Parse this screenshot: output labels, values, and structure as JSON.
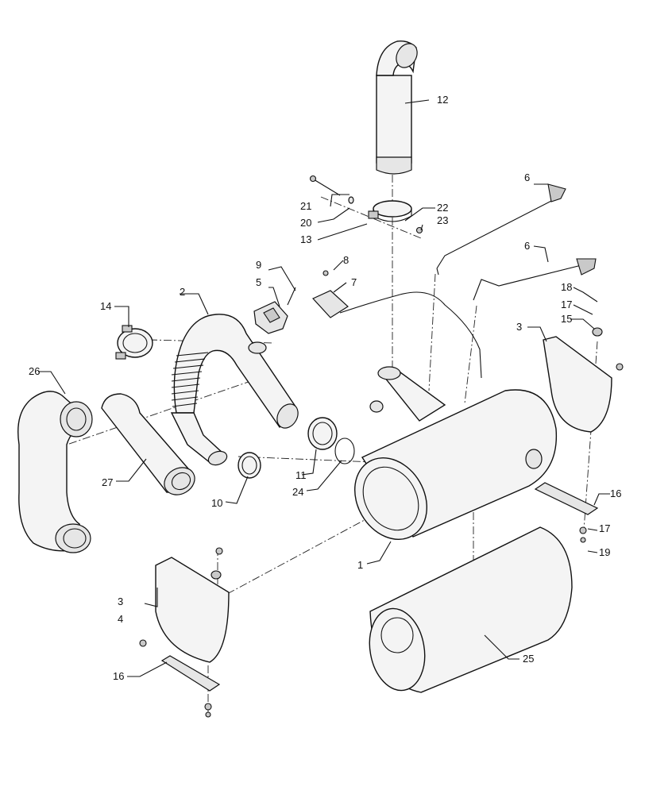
{
  "callouts": [
    {
      "id": "c1",
      "text": "1"
    },
    {
      "id": "c2",
      "text": "2"
    },
    {
      "id": "c3a",
      "text": "3"
    },
    {
      "id": "c3b",
      "text": "3"
    },
    {
      "id": "c4",
      "text": "4"
    },
    {
      "id": "c5",
      "text": "5"
    },
    {
      "id": "c6a",
      "text": "6"
    },
    {
      "id": "c6b",
      "text": "6"
    },
    {
      "id": "c7",
      "text": "7"
    },
    {
      "id": "c8",
      "text": "8"
    },
    {
      "id": "c9",
      "text": "9"
    },
    {
      "id": "c10",
      "text": "10"
    },
    {
      "id": "c11",
      "text": "11"
    },
    {
      "id": "c12",
      "text": "12"
    },
    {
      "id": "c13",
      "text": "13"
    },
    {
      "id": "c14",
      "text": "14"
    },
    {
      "id": "c15",
      "text": "15"
    },
    {
      "id": "c16a",
      "text": "16"
    },
    {
      "id": "c16b",
      "text": "16"
    },
    {
      "id": "c17a",
      "text": "17"
    },
    {
      "id": "c17b",
      "text": "17"
    },
    {
      "id": "c18",
      "text": "18"
    },
    {
      "id": "c19",
      "text": "19"
    },
    {
      "id": "c20",
      "text": "20"
    },
    {
      "id": "c21",
      "text": "21"
    },
    {
      "id": "c22",
      "text": "22"
    },
    {
      "id": "c23",
      "text": "23"
    },
    {
      "id": "c24",
      "text": "24"
    },
    {
      "id": "c25",
      "text": "25"
    },
    {
      "id": "c26",
      "text": "26"
    },
    {
      "id": "c27",
      "text": "27"
    }
  ]
}
